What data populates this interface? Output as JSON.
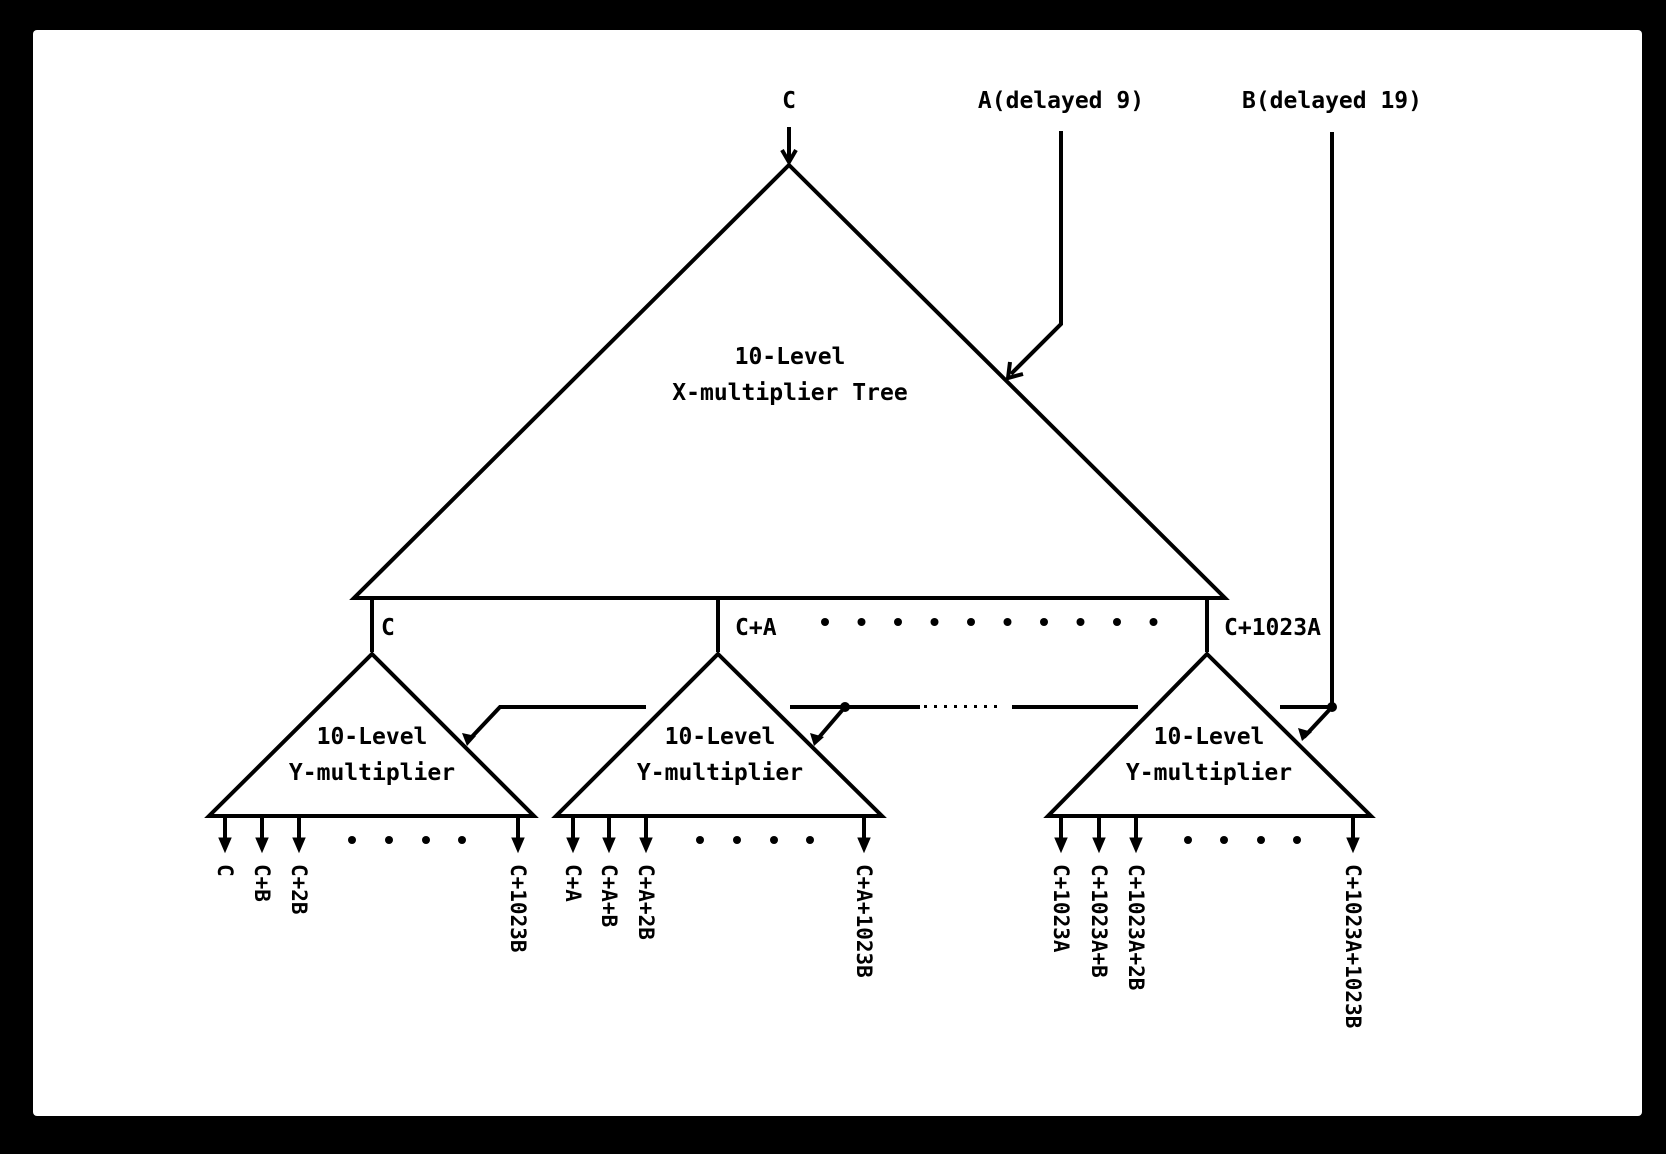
{
  "inputs": {
    "c": "C",
    "a": "A(delayed 9)",
    "b": "B(delayed 19)"
  },
  "x_tree": {
    "line1": "10-Level",
    "line2": "X-multiplier Tree",
    "outputs": [
      "C",
      "C+A",
      "C+1023A"
    ]
  },
  "y_trees": [
    {
      "line1": "10-Level",
      "line2": "Y-multiplier",
      "outputs": [
        "C",
        "C+B",
        "C+2B",
        "C+1023B"
      ]
    },
    {
      "line1": "10-Level",
      "line2": "Y-multiplier",
      "outputs": [
        "C+A",
        "C+A+B",
        "C+A+2B",
        "C+A+1023B"
      ]
    },
    {
      "line1": "10-Level",
      "line2": "Y-multiplier",
      "outputs": [
        "C+1023A",
        "C+1023A+B",
        "C+1023A+2B",
        "C+1023A+1023B"
      ]
    }
  ],
  "colors": {
    "ink": "#000000",
    "paper": "#ffffff",
    "frame": "#000000"
  }
}
